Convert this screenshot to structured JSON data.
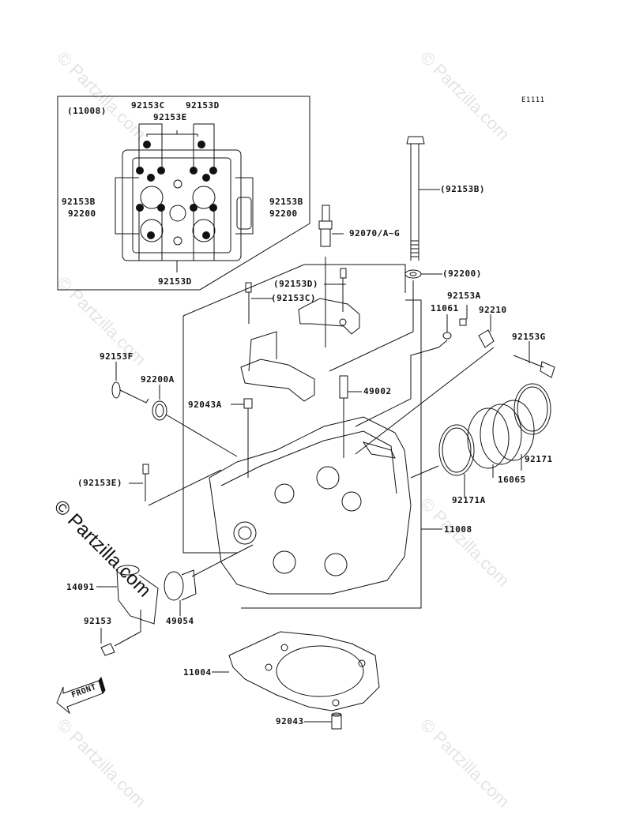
{
  "diagram_code": "E1111",
  "watermark": "© Partzilla.com",
  "inset": {
    "assembly_ref": "(11008)",
    "labels": {
      "top_c": "92153C",
      "top_d": "92153D",
      "top_e": "92153E",
      "left_b": "92153B",
      "left_w": "92200",
      "right_b": "92153B",
      "right_w": "92200",
      "bottom_d": "92153D"
    }
  },
  "parts": {
    "p92153B_ref": "(92153B)",
    "p92070": "92070/A~G",
    "p92200_ref": "(92200)",
    "p92153D_ref": "(92153D)",
    "p92153C_ref": "(92153C)",
    "p92153A": "92153A",
    "p11061": "11061",
    "p92210": "92210",
    "p92153G": "92153G",
    "p92153F": "92153F",
    "p92200A": "92200A",
    "p92043A": "92043A",
    "p49002": "49002",
    "p92153E_ref": "(92153E)",
    "p92171": "92171",
    "p16065": "16065",
    "p92171A": "92171A",
    "p11008": "11008",
    "p14091": "14091",
    "p49054": "49054",
    "p92153": "92153",
    "p11004": "11004",
    "p92043": "92043"
  },
  "front_arrow": "FRONT"
}
